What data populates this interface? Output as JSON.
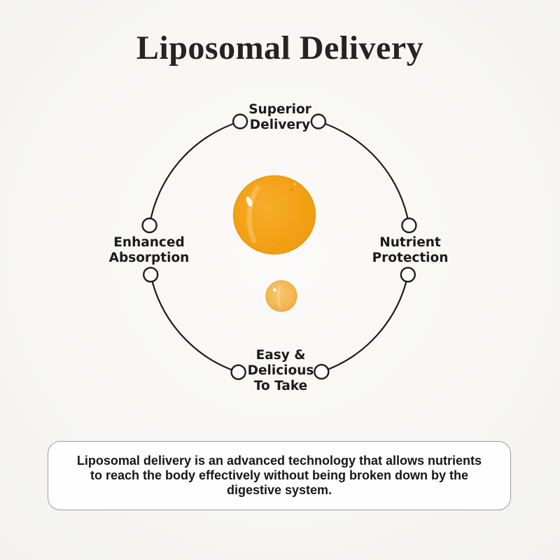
{
  "title": "Liposomal Delivery",
  "diagram": {
    "labels": {
      "top": "Superior\nDelivery",
      "right": "Nutrient\nProtection",
      "bottom": "Easy &\nDelicious\nTo Take",
      "left": "Enhanced\nAbsorption"
    },
    "ring_color": "#1d1d1d",
    "node_fill": "#fcfbf9",
    "droplet_large_color": "#f3a317",
    "droplet_large_edge_color": "#ea9410",
    "droplet_small_color": "#f3b952",
    "droplet_small_edge_color": "#eda842"
  },
  "description_box": {
    "text": "Liposomal delivery is an advanced technology that allows nutrients\nto reach the body effectively without being broken down by the\ndigestive system."
  }
}
